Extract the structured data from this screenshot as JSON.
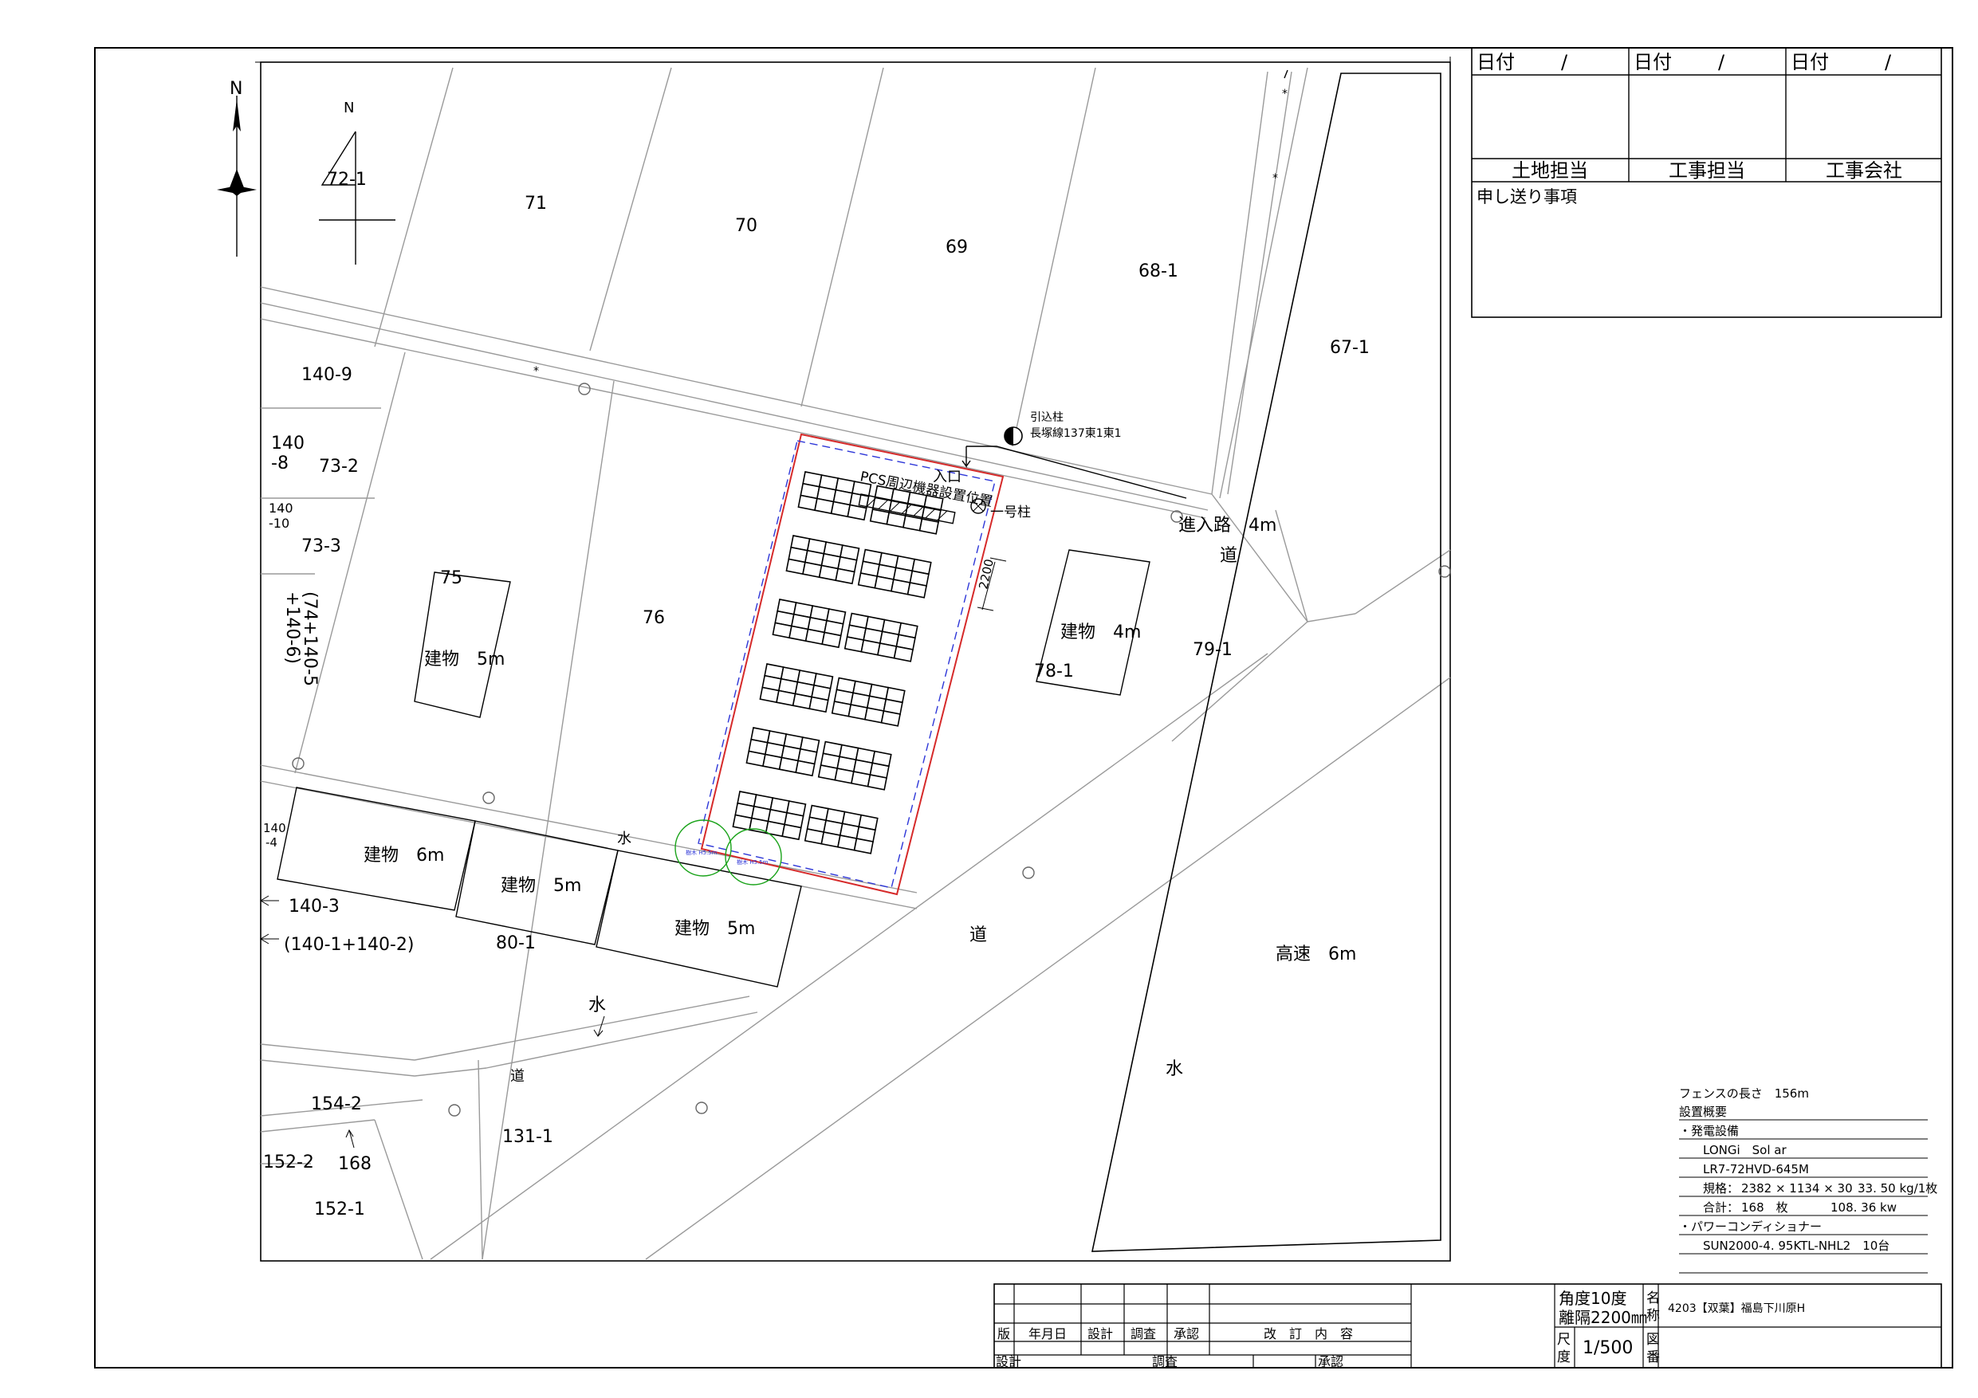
{
  "lots": [
    {
      "id": "lot-72-1",
      "text": "72-1"
    },
    {
      "id": "lot-71",
      "text": "71"
    },
    {
      "id": "lot-70",
      "text": "70"
    },
    {
      "id": "lot-69",
      "text": "69"
    },
    {
      "id": "lot-68-1",
      "text": "68-1"
    },
    {
      "id": "lot-67-1",
      "text": "67-1"
    },
    {
      "id": "lot-140-9",
      "text": "140-9"
    },
    {
      "id": "lot-140-8a",
      "text": "140"
    },
    {
      "id": "lot-140-8b",
      "text": "-8"
    },
    {
      "id": "lot-73-2",
      "text": "73-2"
    },
    {
      "id": "lot-140-10a",
      "text": "140"
    },
    {
      "id": "lot-140-10b",
      "text": "-10"
    },
    {
      "id": "lot-73-3",
      "text": "73-3"
    },
    {
      "id": "lot-75",
      "text": "75"
    },
    {
      "id": "lot-76",
      "text": "76"
    },
    {
      "id": "lot-78-1",
      "text": "78-1"
    },
    {
      "id": "lot-79-1",
      "text": "79-1"
    },
    {
      "id": "lot-140-4a",
      "text": "140"
    },
    {
      "id": "lot-140-4b",
      "text": "-4"
    },
    {
      "id": "lot-140-3",
      "text": "140-3"
    },
    {
      "id": "lot-140-1-2",
      "text": "(140-1+140-2)"
    },
    {
      "id": "lot-80-1",
      "text": "80-1"
    },
    {
      "id": "lot-154-2",
      "text": "154-2"
    },
    {
      "id": "lot-152-2",
      "text": "152-2"
    },
    {
      "id": "lot-168",
      "text": "168"
    },
    {
      "id": "lot-152-1",
      "text": "152-1"
    },
    {
      "id": "lot-131-1",
      "text": "131-1"
    }
  ],
  "rotated_lot": {
    "line1": "(74+140-5",
    "line2": "+140-6)"
  },
  "buildings": [
    {
      "id": "building-75",
      "text": "建物　5m"
    },
    {
      "id": "building-78",
      "text": "建物　4m"
    },
    {
      "id": "building-a",
      "text": "建物　6m"
    },
    {
      "id": "building-b",
      "text": "建物　5m"
    },
    {
      "id": "building-c",
      "text": "建物　5m"
    }
  ],
  "features": {
    "entry_road": "進入路　4m",
    "road": "道",
    "road_main": "道",
    "road_lower": "道",
    "water_1": "水",
    "water_2": "水",
    "water_3": "水",
    "highway": "高速　6m",
    "compass_n": "N",
    "north_small": "N",
    "asterisk": "*",
    "entrance": "入口",
    "pcs_area": "PCS周辺機器設置位置",
    "pole_1": "一号柱",
    "spacing": "2200",
    "tree_label": "樹木 H5.5m",
    "service_pole_1": "引込柱",
    "service_pole_2": "長塚線137東1東1"
  },
  "top_table": {
    "date_label": "日付",
    "date_slash": "/",
    "roles": [
      "土地担当",
      "工事担当",
      "工事会社"
    ],
    "notes_label": "申し送り事項"
  },
  "spec": {
    "fence": "フェンスの長さ　156m",
    "overview": "設置概要",
    "gen_header": "・発電設備",
    "maker": "LONGi　Sol ar",
    "model": "LR7-72HVD-645M",
    "size_label": "規格：",
    "size_value": "2382 × 1134 × 30",
    "weight": "33. 50 kg/1枚",
    "total_label": "合計：",
    "total_count": "168　枚",
    "total_power": "108. 36 kw",
    "pcs_header": "・パワーコンディショナー",
    "pcs_model": "SUN2000-4. 95KTL-NHL2　10台"
  },
  "title_block": {
    "angle": "角度10度",
    "spacing": "離隔2200㎜",
    "name_label_1": "名",
    "name_label_2": "称",
    "project_name": "4203【双葉】福島下川原H",
    "scale_label_1": "尺",
    "scale_label_2": "度",
    "scale_value": "1/500",
    "drawing_label_1": "図",
    "drawing_label_2": "番",
    "rev_headers": [
      "版",
      "年月日",
      "設計",
      "調査",
      "承認",
      "改　訂　内　容"
    ],
    "sign_row": [
      "設計",
      "調査",
      "承認"
    ]
  }
}
